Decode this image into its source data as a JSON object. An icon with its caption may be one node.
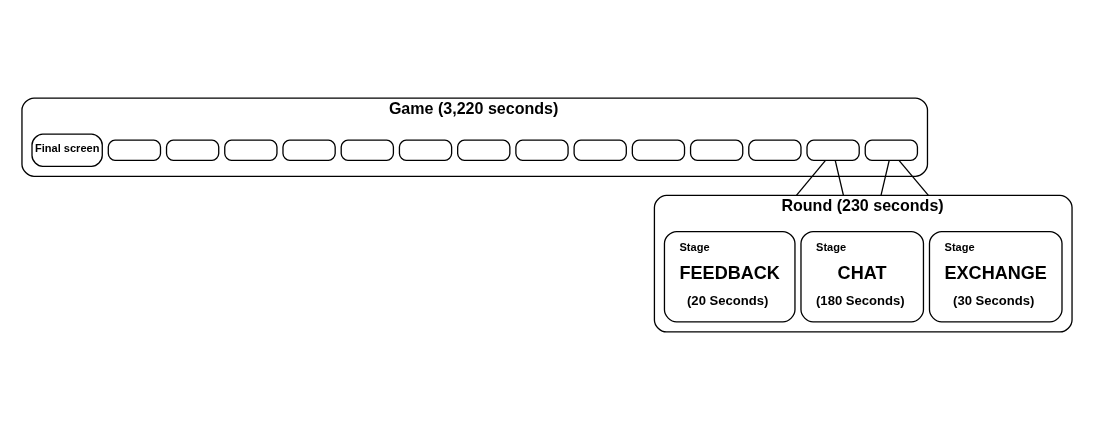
{
  "diagram": {
    "nodes": [
      {
        "text": [
          "Game (3,220 seconds)"
        ]
      },
      {
        "text": [],
        "shape": "box",
        "in": 0
      },
      {
        "text": [],
        "shape": "box",
        "in": 0
      },
      {
        "text": [],
        "shape": "box",
        "in": 0
      },
      {
        "text": [],
        "shape": "box",
        "in": 0
      },
      {
        "text": [],
        "shape": "box",
        "in": 0
      },
      {
        "text": [],
        "shape": "box",
        "in": 0
      },
      {
        "text": [],
        "shape": "box",
        "in": 0
      },
      {
        "text": [],
        "shape": "box",
        "in": 0
      },
      {
        "text": [],
        "shape": "box",
        "in": 0
      },
      {
        "text": [],
        "shape": "box",
        "in": 0
      },
      {
        "text": [],
        "shape": "box",
        "in": 0
      },
      {
        "text": [],
        "shape": "box",
        "in": 0
      },
      {
        "text": [],
        "shape": "box",
        "in": 0
      },
      {
        "text": [],
        "shape": "box",
        "in": 0
      },
      {
        "text": [
          "Final screen"
        ],
        "in": 0
      },
      {
        "text": [
          "Round (230 seconds)"
        ]
      },
      {
        "text": [
          "Stage",
          "CHAT",
          "(180 Seconds)"
        ],
        "in": 16
      },
      {
        "text": [
          "Stage",
          "EXCHANGE",
          "(30 Seconds)"
        ],
        "in": 16
      },
      {
        "text": [
          "Stage",
          "FEEDBACK",
          "(20 Seconds)"
        ],
        "in": 16
      }
    ],
    "edges": [
      {
        "from": 1,
        "to": 16,
        "arrow": "none"
      },
      {
        "from": 1,
        "to": 16,
        "arrow": "none"
      },
      {
        "from": 2,
        "to": 16,
        "arrow": "none"
      },
      {
        "from": 2,
        "to": 16,
        "arrow": "none"
      }
    ]
  }
}
